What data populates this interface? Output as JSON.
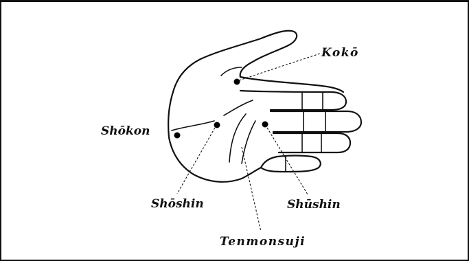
{
  "labels": {
    "koko": "Kokō",
    "shokon": "Shōkon",
    "shoshin": "Shōshin",
    "shushin": "Shūshin",
    "tenmonsuji": "Tenmonsuji"
  },
  "colors": {
    "ink": "#111111",
    "background": "#ffffff"
  }
}
